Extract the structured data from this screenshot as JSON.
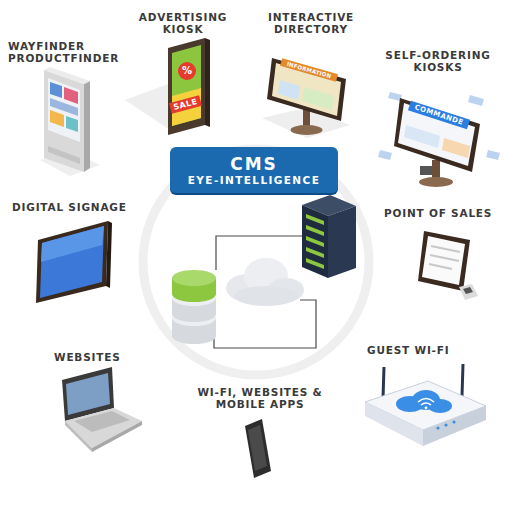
{
  "diagram": {
    "nodes": [
      {
        "text": [
          "CMS",
          "EYE-INTELLIGENCE"
        ]
      }
    ],
    "labels": [
      "WAYFINDER PRODUCTFINDER",
      "ADVERTISING KIOSK",
      "INTERACTIVE DIRECTORY",
      "SELF-ORDERING KIOSKS",
      "DIGITAL SIGNAGE",
      "POINT OF SALES",
      "WEBSITES",
      "WI-FI, WEBSITES & MOBILE APPS",
      "GUEST WI-FI",
      "%",
      "SALE",
      "INFORMATION",
      "COMMANDE"
    ]
  }
}
